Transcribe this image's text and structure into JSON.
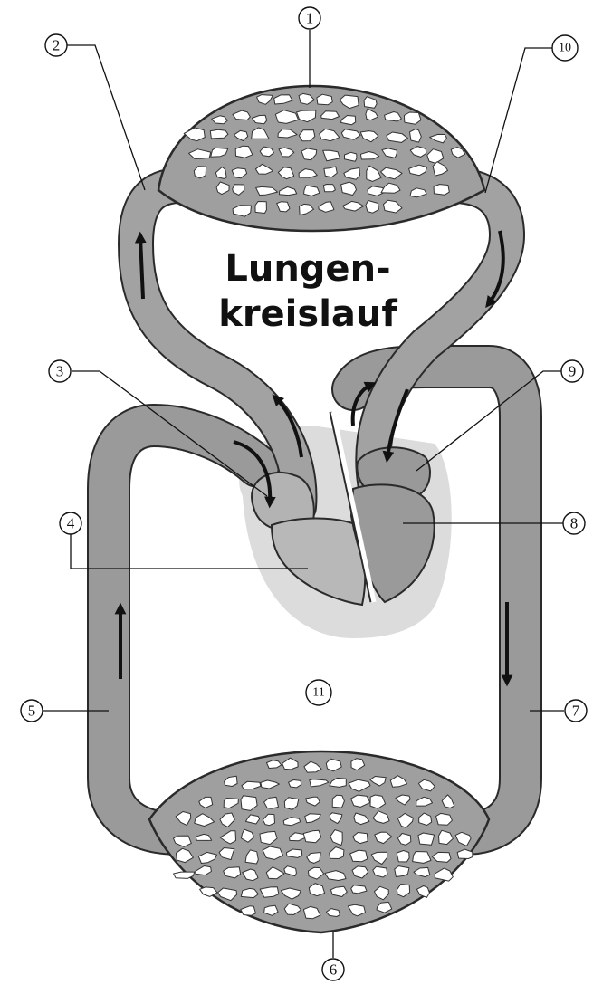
{
  "title": {
    "line1": "Lungen-",
    "line2": "kreislauf"
  },
  "labels": {
    "n1": "1",
    "n2": "2",
    "n3": "3",
    "n4": "4",
    "n5": "5",
    "n6": "6",
    "n7": "7",
    "n8": "8",
    "n9": "9",
    "n10": "10",
    "n11": "11"
  },
  "colors": {
    "vessel": "#8f8f8f",
    "vessel_light": "#bdbdbd",
    "heart_left": "#9d9d9d",
    "heart_right": "#b5b5b5",
    "halo": "#dcdcdc",
    "outline": "#2a2a2a"
  }
}
